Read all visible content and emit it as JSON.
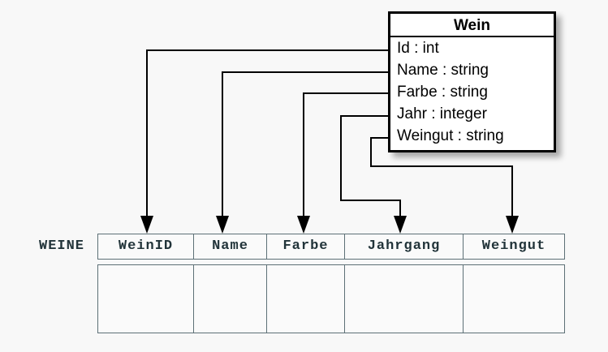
{
  "diagram": {
    "type": "uml-class-to-relational-table-mapping",
    "background_color": "#f8f8f8",
    "line_color": "#000000",
    "table_border_color": "#5d7076",
    "table_text_color": "#22343a"
  },
  "class_box": {
    "title": "Wein",
    "attributes": [
      {
        "name": "Id",
        "type": "int",
        "text": "Id : int"
      },
      {
        "name": "Name",
        "type": "string",
        "text": "Name : string"
      },
      {
        "name": "Farbe",
        "type": "string",
        "text": "Farbe : string"
      },
      {
        "name": "Jahr",
        "type": "integer",
        "text": "Jahr : integer"
      },
      {
        "name": "Weingut",
        "type": "string",
        "text": "Weingut : string"
      }
    ]
  },
  "relational_table": {
    "label": "WEINE",
    "columns": [
      "WeinID",
      "Name",
      "Farbe",
      "Jahrgang",
      "Weingut"
    ],
    "rows": [
      [
        "",
        "",
        "",
        "",
        ""
      ]
    ]
  },
  "mappings": [
    {
      "from": "Id",
      "to": "WeinID"
    },
    {
      "from": "Name",
      "to": "Name"
    },
    {
      "from": "Farbe",
      "to": "Farbe"
    },
    {
      "from": "Jahr",
      "to": "Jahrgang"
    },
    {
      "from": "Weingut",
      "to": "Weingut"
    }
  ]
}
